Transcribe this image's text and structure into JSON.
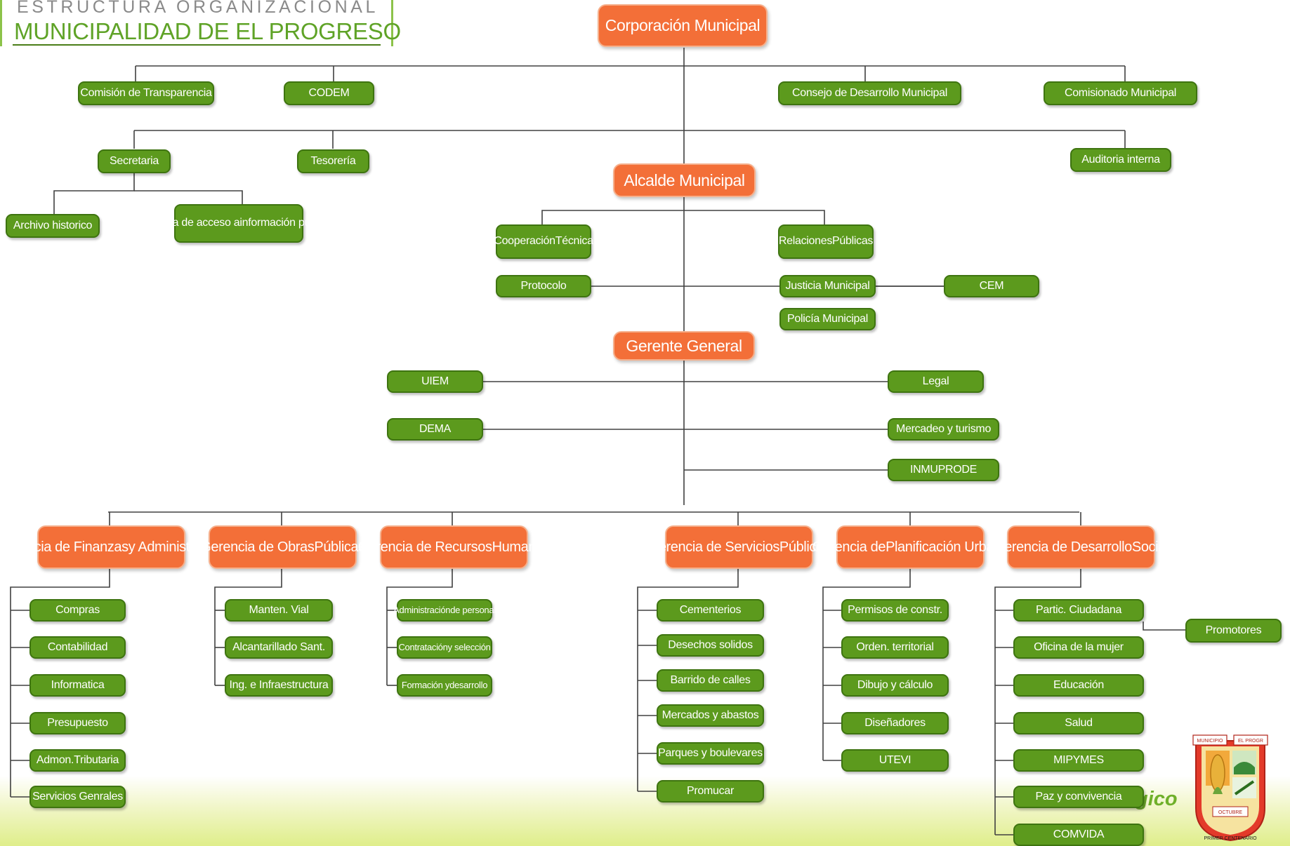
{
  "header": {
    "line1": "ESTRUCTURA ORGANIZACIONAL",
    "line2": "MUNICIPALIDAD DE EL PROGRESO"
  },
  "colors": {
    "orange": "#f36f38",
    "green": "#5c9a1d",
    "connector": "#404040"
  },
  "nodes": {
    "corporacion": "Corporación Municipal",
    "transparencia": "Comisión de Transparencia",
    "codem": "CODEM",
    "consejo": "Consejo de Desarrollo Municipal",
    "comisionado": "Comisionado Municipal",
    "secretaria": "Secretaria",
    "tesoreria": "Tesorería",
    "auditoria": "Auditoria interna",
    "alcalde": "Alcalde Municipal",
    "archivo": "Archivo historico",
    "oficina_acceso": [
      "Oficina de acceso a",
      "información pública"
    ],
    "cooperacion": [
      "Cooperación",
      "Técnica"
    ],
    "relaciones": [
      "Relaciones",
      "Públicas"
    ],
    "protocolo": "Protocolo",
    "justicia": "Justicia Municipal",
    "cem": "CEM",
    "policia": "Policía Municipal",
    "gerente": "Gerente General",
    "uiem": "UIEM",
    "legal": "Legal",
    "dema": "DEMA",
    "mercadeo": "Mercadeo y turismo",
    "inmuprode": "INMUPRODE"
  },
  "gerencias": [
    {
      "label": [
        "Gerencia de Finanzas",
        "y Administración"
      ],
      "items": [
        "Compras",
        "Contabilidad",
        "Informatica",
        "Presupuesto",
        "Admon.Tributaria",
        "Servicios Genrales"
      ]
    },
    {
      "label": [
        "Gerencia de Obras",
        "Públicas"
      ],
      "items": [
        "Manten. Vial",
        "Alcantarillado Sant.",
        "Ing. e Infraestructura"
      ]
    },
    {
      "label": [
        "Gerencia de Recursos",
        "Humanas"
      ],
      "items": [
        [
          "Administración",
          "de personal"
        ],
        [
          "Contratación",
          "y selección"
        ],
        [
          "Formación y",
          "desarrollo"
        ]
      ]
    },
    {
      "label": [
        "Gerencia de Servicios",
        "Públicos"
      ],
      "items": [
        "Cementerios",
        "Desechos solidos",
        "Barrido de calles",
        "Mercados y abastos",
        "Parques y boulevares",
        "Promucar"
      ]
    },
    {
      "label": [
        "Gerencia de",
        "Planificación Urbana"
      ],
      "items": [
        "Permisos de constr.",
        "Orden. territorial",
        "Dibujo y cálculo",
        "Diseñadores",
        "UTEVI"
      ]
    },
    {
      "label": [
        "Gerencia de Desarrollo",
        "Social"
      ],
      "items": [
        "Partic. Ciudadana",
        "Oficina de la mujer",
        "Educación",
        "Salud",
        "MIPYMES",
        "Paz y convivencia",
        "COMVIDA"
      ]
    }
  ],
  "promotores": "Promotores",
  "footer_text": "gico",
  "seal": {
    "top_left": "MUNICIPIO",
    "top_right": "EL PROGR",
    "date": "OCTUBRE",
    "bottom": "PRIMER CENTENARIO"
  }
}
